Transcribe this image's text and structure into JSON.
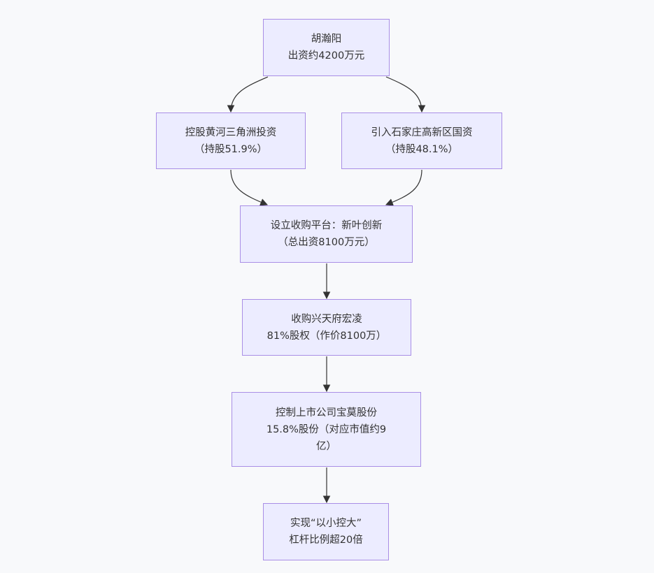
{
  "diagram": {
    "type": "flowchart",
    "direction": "top-down",
    "colors": {
      "background": "#f8f9fb",
      "node_fill": "#ececff",
      "node_border": "#a98ee6",
      "text": "#333333",
      "edge": "#333333"
    },
    "nodes": [
      {
        "id": "n1",
        "lines": [
          "胡瀚阳",
          "出资约4200万元"
        ]
      },
      {
        "id": "n2",
        "lines": [
          "控股黄河三角洲投资",
          "（持股51.9%）"
        ]
      },
      {
        "id": "n3",
        "lines": [
          "引入石家庄高新区国资",
          "（持股48.1%）"
        ]
      },
      {
        "id": "n4",
        "lines": [
          "设立收购平台：新叶创新",
          "（总出资8100万元）"
        ]
      },
      {
        "id": "n5",
        "lines": [
          "收购兴天府宏凌",
          "81%股权（作价8100万）"
        ]
      },
      {
        "id": "n6",
        "lines": [
          "控制上市公司宝莫股份",
          "15.8%股份（对应市值约9",
          "亿）"
        ]
      },
      {
        "id": "n7",
        "lines": [
          "实现“以小控大”",
          "杠杆比例超20倍"
        ]
      }
    ],
    "edges": [
      {
        "from": "n1",
        "to": "n2"
      },
      {
        "from": "n1",
        "to": "n3"
      },
      {
        "from": "n2",
        "to": "n4"
      },
      {
        "from": "n3",
        "to": "n4"
      },
      {
        "from": "n4",
        "to": "n5"
      },
      {
        "from": "n5",
        "to": "n6"
      },
      {
        "from": "n6",
        "to": "n7"
      }
    ]
  }
}
